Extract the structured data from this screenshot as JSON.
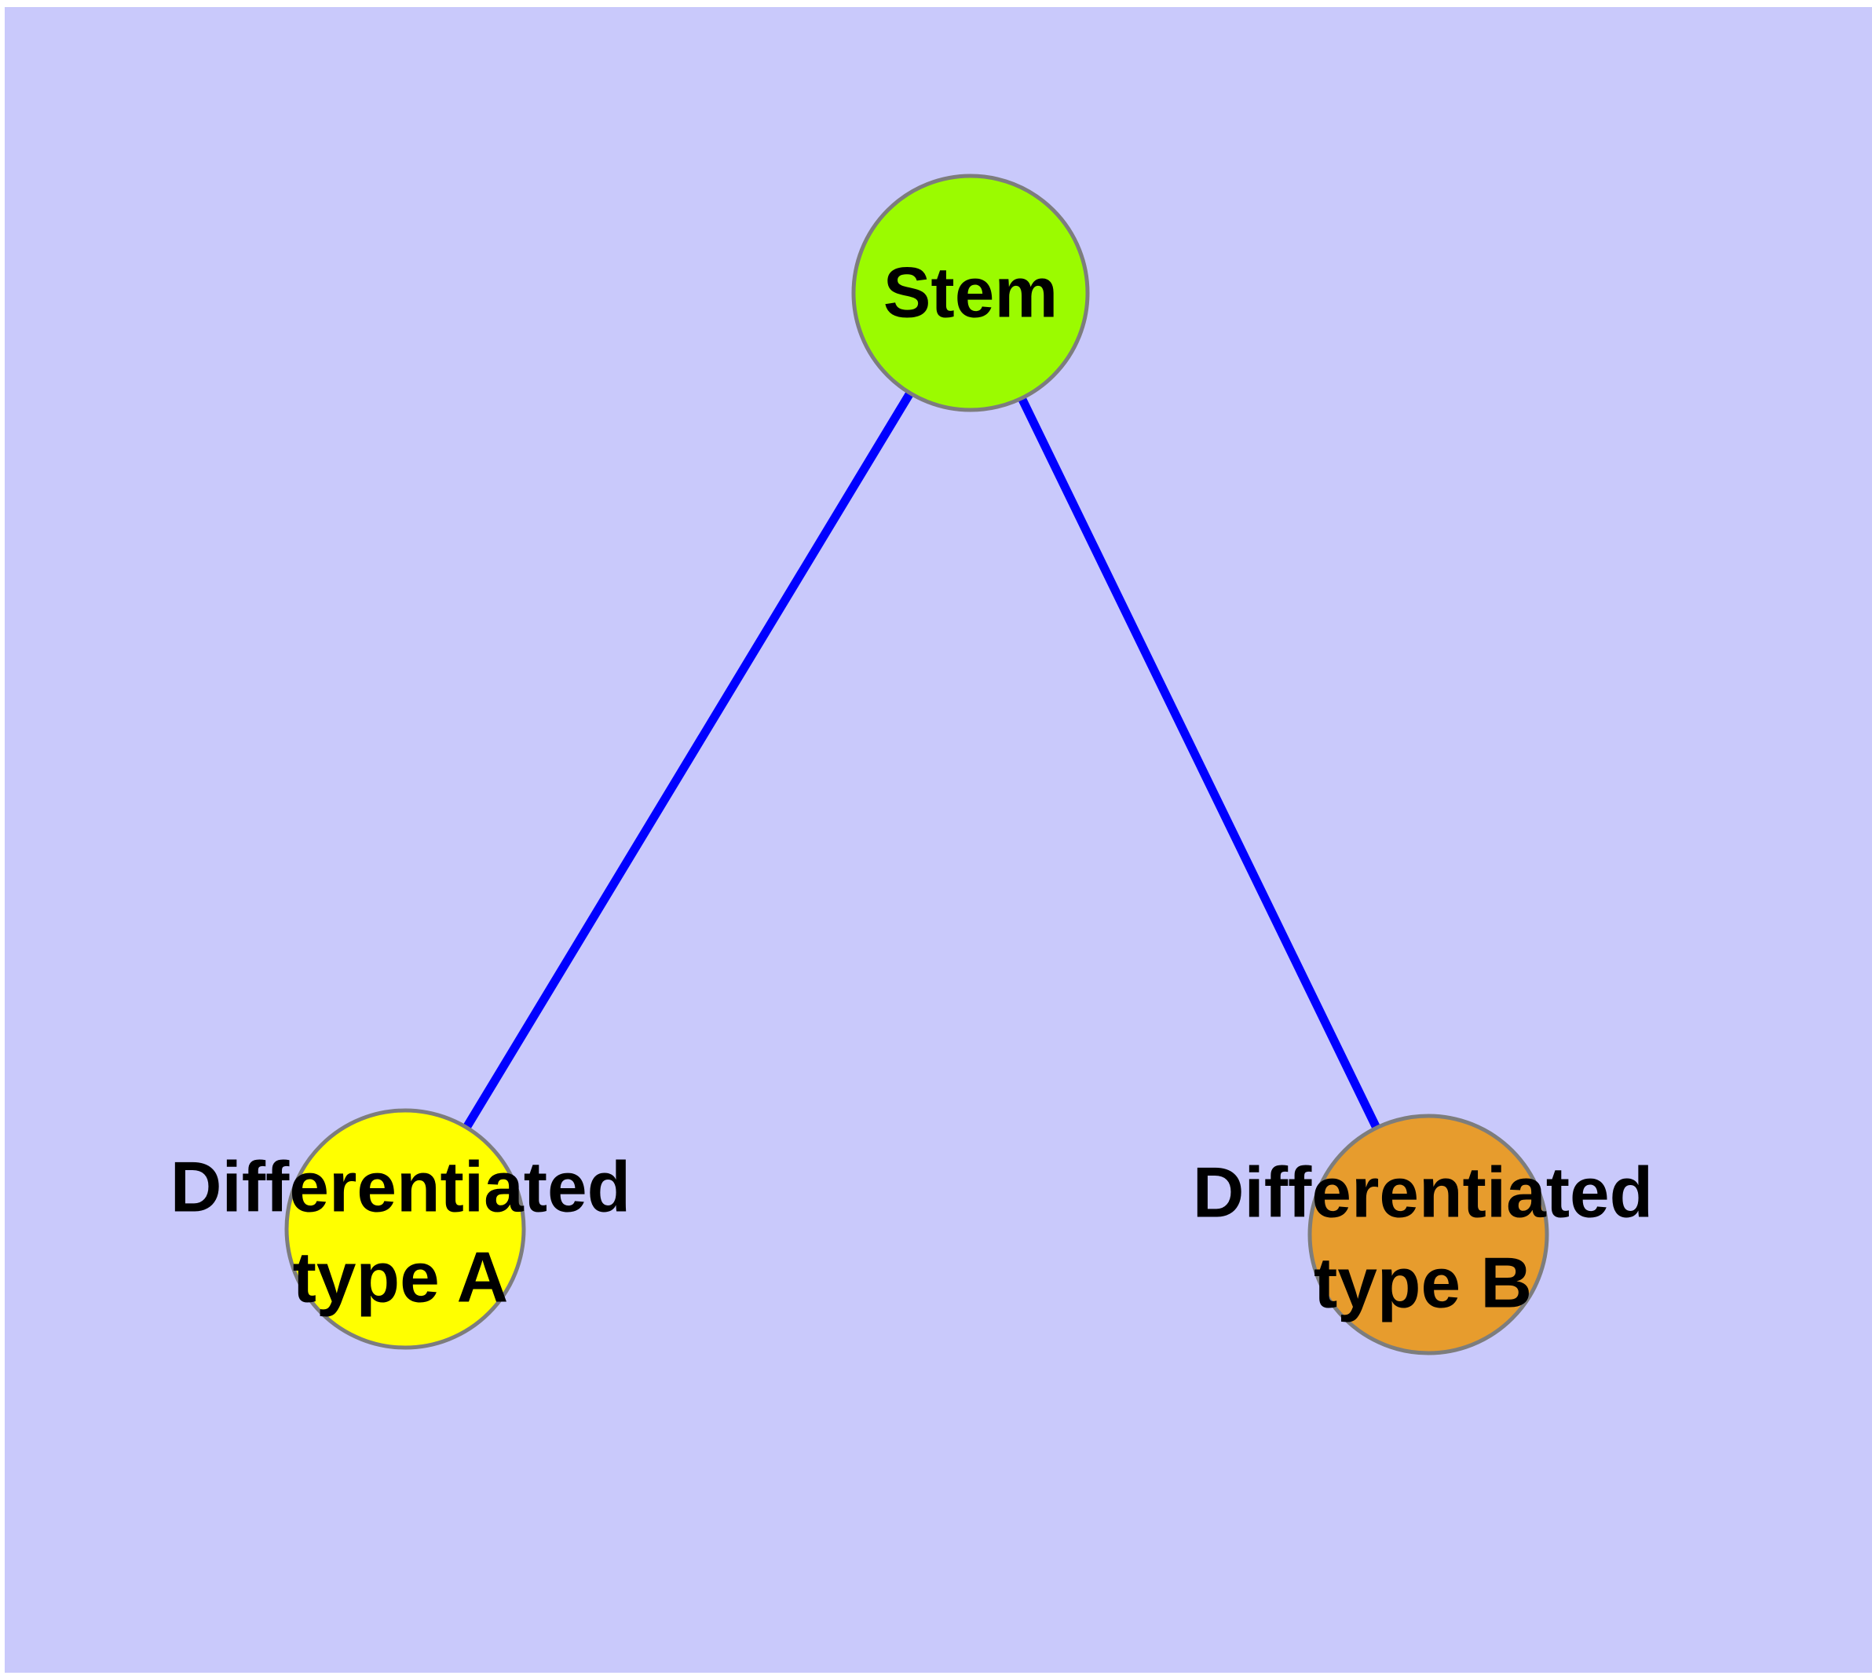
{
  "diagram": {
    "type": "graph",
    "background_color": "#C9C9FB",
    "page_margin_color": "#FFFFFF",
    "edge_color": "#0000FF",
    "node_border_color": "#7D7D7D",
    "label_color": "#000000",
    "nodes": [
      {
        "id": "stem",
        "label": "Stem",
        "label_line1": "Stem",
        "label_line2": "",
        "color": "#9BFB00"
      },
      {
        "id": "differentiated-type-a",
        "label": "Differentiated type A",
        "label_line1": "Differentiated",
        "label_line2": "type A",
        "color": "#FFFF00"
      },
      {
        "id": "differentiated-type-b",
        "label": "Differentiated type B",
        "label_line1": "Differentiated",
        "label_line2": "type B",
        "color": "#E79C2D"
      }
    ],
    "edges": [
      {
        "from": "Stem",
        "to": "Differentiated type A"
      },
      {
        "from": "Stem",
        "to": "Differentiated type B"
      }
    ]
  }
}
